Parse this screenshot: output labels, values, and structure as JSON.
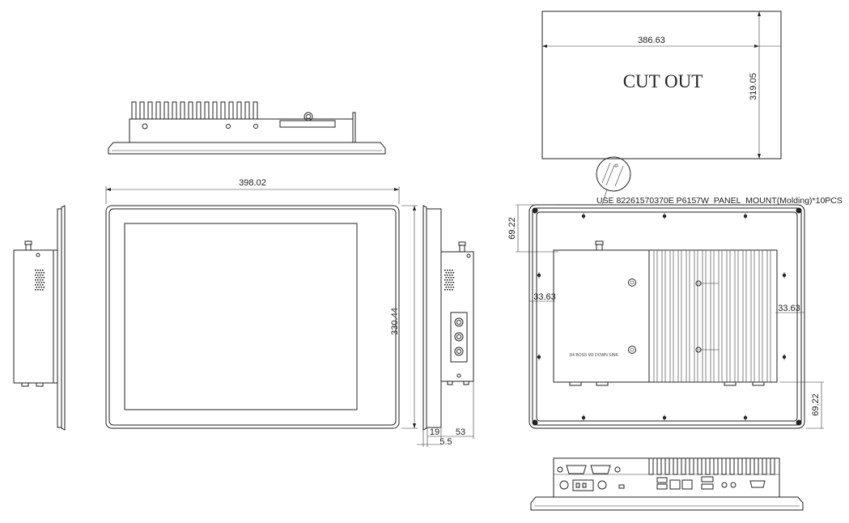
{
  "dimensions": {
    "front_width": "398.02",
    "front_height": "330.44",
    "side_depth_front": "19",
    "side_depth_total": "53",
    "side_bezel": "5.5",
    "cutout_width": "386.63",
    "cutout_height": "319.05",
    "rear_mount_top": "69.22",
    "rear_mount_bottom": "69.22",
    "rear_mount_left": "33.63",
    "rear_mount_right": "33.63"
  },
  "labels": {
    "cutout": "CUT OUT",
    "mount_note": "USE 82261570370E P6157W_PANEL_MOUNT(Molding)*10PCS",
    "internal_note": "3/4 BOSS M3 DOWN SINK"
  },
  "colors": {
    "line": "#222222",
    "fill": "#e9e9e9",
    "background": "#ffffff"
  }
}
